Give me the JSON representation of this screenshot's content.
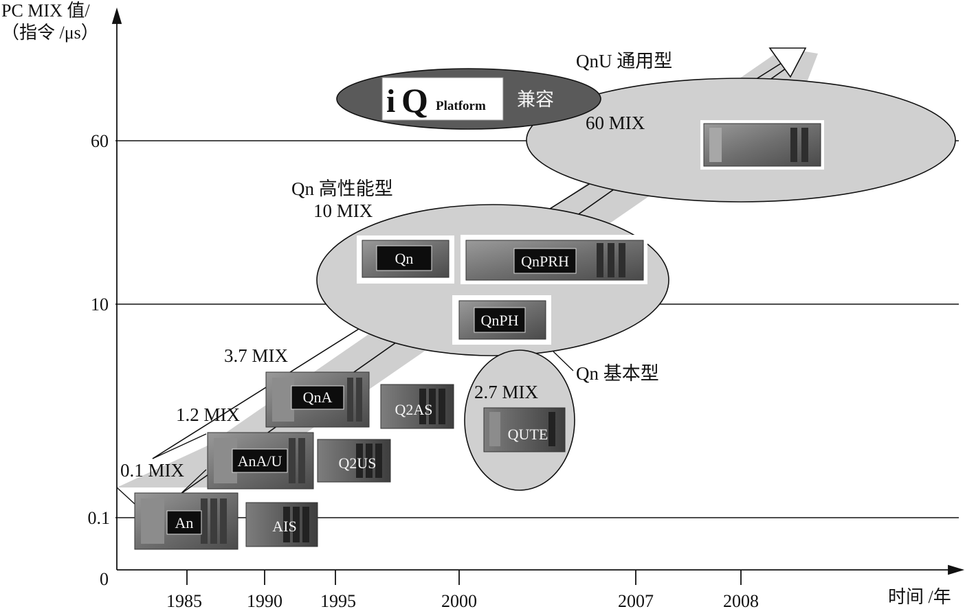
{
  "axes": {
    "y_title_line1": "PC MIX 值/",
    "y_title_line2": "（指令 /μs）",
    "x_title": "时间 /年",
    "y_ticks": [
      "60",
      "10",
      "0.1",
      "0"
    ],
    "x_ticks": [
      "1985",
      "1990",
      "1995",
      "2000",
      "2007",
      "2008"
    ]
  },
  "labels": {
    "mix_0_1": "0.1 MIX",
    "mix_1_2": "1.2 MIX",
    "mix_3_7": "3.7 MIX",
    "mix_2_7": "2.7 MIX",
    "mix_10": "10 MIX",
    "mix_60": "60 MIX",
    "qn_high_performance": "Qn 高性能型",
    "qn_basic": "Qn 基本型",
    "qnu_universal": "QnU 通用型",
    "iq_i": "i",
    "iq_q": "Q",
    "iq_platform": "Platform",
    "iq_compatible": "兼容"
  },
  "modules": {
    "an": "An",
    "ana_u": "AnA/U",
    "qna": "QnA",
    "ais": "AIS",
    "q2us": "Q2US",
    "q2as": "Q2AS",
    "qn": "Qn",
    "qnprh": "QnPRH",
    "qnph": "QnPH",
    "qute": "QUTE"
  }
}
